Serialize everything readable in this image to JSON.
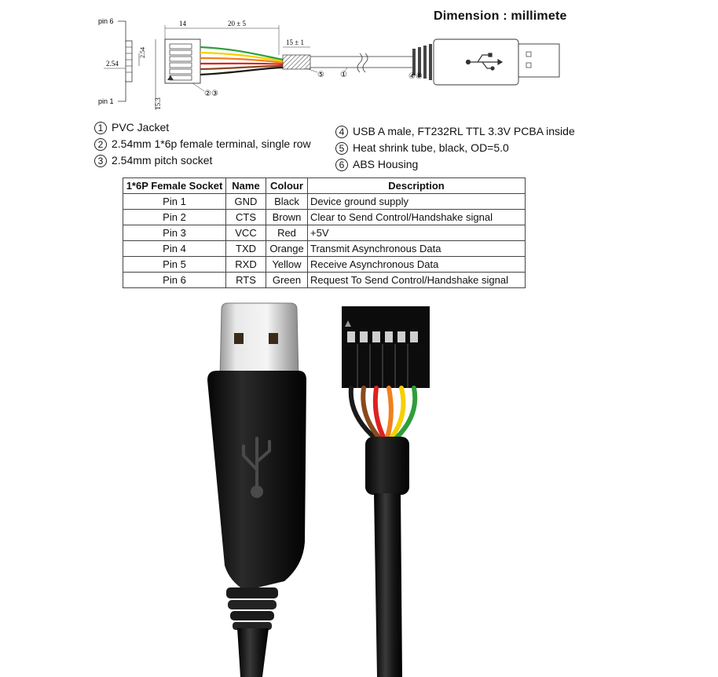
{
  "title": "Dimension : millimete",
  "drawing": {
    "pin6_label": "pin 6",
    "pin1_label": "pin 1",
    "dim_14": "14",
    "dim_20": "20 ± 5",
    "dim_15": "15 ± 1",
    "dim_254_a": "2.54",
    "dim_254_b": "2.54",
    "dim_153": "15.3",
    "callout_23": "②③",
    "callout_5": "⑤",
    "callout_1": "①",
    "callout_46": "④⑥"
  },
  "legend_left": [
    {
      "num": "1",
      "text": "PVC Jacket"
    },
    {
      "num": "2",
      "text": "2.54mm 1*6p female terminal, single row"
    },
    {
      "num": "3",
      "text": "2.54mm pitch socket"
    }
  ],
  "legend_right": [
    {
      "num": "4",
      "text": "USB A male, FT232RL TTL 3.3V PCBA inside"
    },
    {
      "num": "5",
      "text": "Heat shrink tube, black, OD=5.0"
    },
    {
      "num": "6",
      "text": "ABS Housing"
    }
  ],
  "table": {
    "headers": [
      "1*6P Female Socket",
      "Name",
      "Colour",
      "Description"
    ],
    "rows": [
      [
        "Pin 1",
        "GND",
        "Black",
        "Device ground supply"
      ],
      [
        "Pin 2",
        "CTS",
        "Brown",
        "Clear to Send Control/Handshake signal"
      ],
      [
        "Pin 3",
        "VCC",
        "Red",
        "+5V"
      ],
      [
        "Pin 4",
        "TXD",
        "Orange",
        "Transmit Asynchronous Data"
      ],
      [
        "Pin 5",
        "RXD",
        "Yellow",
        "Receive Asynchronous Data"
      ],
      [
        "Pin 6",
        "RTS",
        "Green",
        "Request To Send Control/Handshake signal"
      ]
    ]
  },
  "wire_colors": {
    "black": "#1a1a1a",
    "brown": "#8b4a1c",
    "red": "#e02020",
    "orange": "#f08020",
    "yellow": "#f5d000",
    "green": "#2e9e3a"
  },
  "icons": {
    "usb_logo": "usb-icon"
  }
}
